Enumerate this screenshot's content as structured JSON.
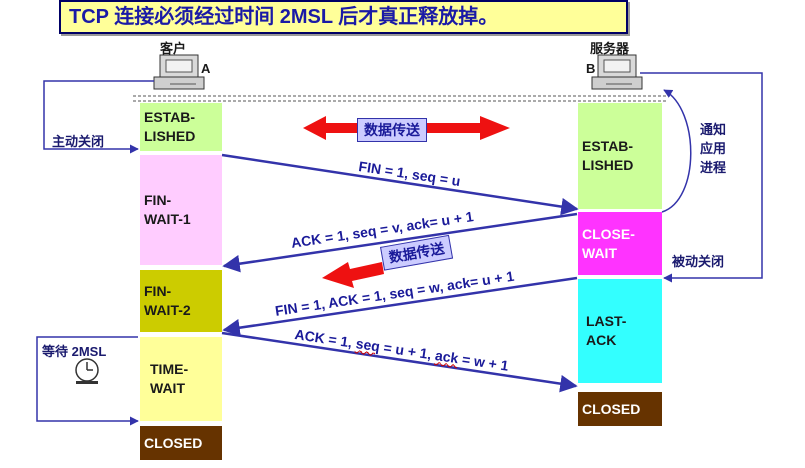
{
  "title": "TCP 连接必须经过时间 2MSL 后才真正释放掉。",
  "client": {
    "name": "客户",
    "letter": "A"
  },
  "server": {
    "name": "服务器",
    "letter": "B"
  },
  "client_states": [
    "ESTAB-\nLISHED",
    "FIN-\nWAIT-1",
    "FIN-\nWAIT-2",
    "TIME-\nWAIT",
    "CLOSED"
  ],
  "server_states": [
    "ESTAB-\nLISHED",
    "CLOSE-\nWAIT",
    "LAST-\nACK",
    "CLOSED"
  ],
  "labels": {
    "active_close": "主动关闭",
    "passive_close": "被动关闭",
    "notify_app": "通知\n应用\n进程",
    "wait_2msl": "等待 2MSL",
    "data_transfer": "数据传送"
  },
  "messages": {
    "fin1": "FIN = 1, seq = u",
    "ack1": "ACK = 1, seq = v, ack= u + 1",
    "fin2": "FIN = 1, ACK = 1, seq = w, ack= u + 1",
    "ack2_pre": "ACK = 1, ",
    "ack2_seq": "seq",
    "ack2_mid": " = u + 1, ",
    "ack2_ack": "ack",
    "ack2_post": " = w + 1"
  },
  "colors": {
    "established": "#ccff99",
    "fin_wait_1": "#ffccff",
    "fin_wait_2": "#cccc00",
    "time_wait": "#ffff99",
    "closed": "#663300",
    "close_wait": "#ff33ff",
    "last_ack": "#33ffff",
    "arrow": "#3333aa",
    "data_arrow": "#ee1111"
  }
}
